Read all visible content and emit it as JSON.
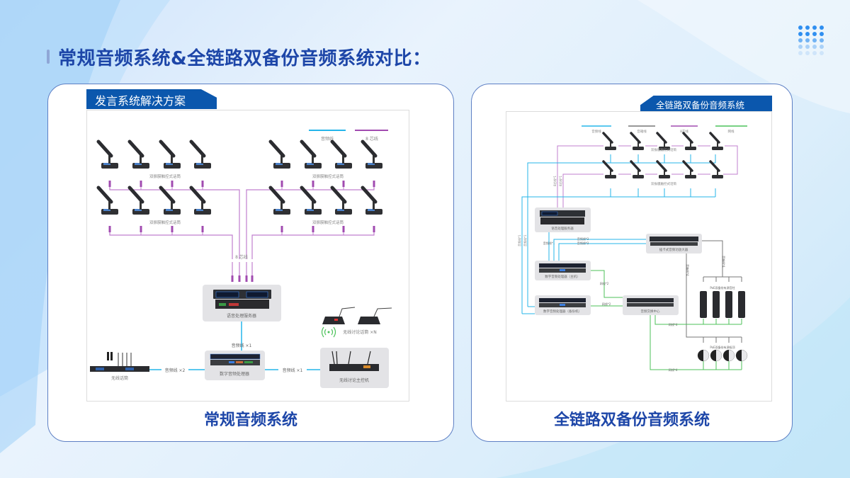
{
  "page": {
    "title": "常规音频系统&全链路双备份音频系统对比："
  },
  "colors": {
    "title": "#1d46a8",
    "tag_bg": "#0b57ad",
    "audio_line": "#25b5ea",
    "core8_line": "#a14bb0",
    "power_line": "#777777",
    "network_line": "#4cc25a",
    "device_box": "#e3e3e6"
  },
  "left_panel": {
    "tag": "发言系统解决方案",
    "caption": "常规音频系统",
    "legend": [
      {
        "label": "音频线",
        "type": "audio"
      },
      {
        "label": "8 芯线",
        "type": "core8"
      }
    ],
    "mic_group_label": "双振膜触控式话筒",
    "core8_label": "8 芯线",
    "devices": {
      "voice_server": "语音处理服务器",
      "dsp": "数字音频处理器",
      "wireless_mic": "无线话筒",
      "wireless_host": "无线讨论主控机",
      "wireless_discussion": "无线讨论话筒 ×N"
    },
    "links": {
      "server_to_dsp": "音频线 ×1",
      "mic_to_dsp": "音频线 ×2",
      "dsp_to_host": "音频线 ×1"
    }
  },
  "right_panel": {
    "tag": "全链路双备份音频系统",
    "caption": "全链路双备份音频系统",
    "legend": [
      {
        "label": "音频线",
        "type": "audio"
      },
      {
        "label": "音箱线",
        "type": "power"
      },
      {
        "label": "8芯线",
        "type": "core8"
      },
      {
        "label": "网线",
        "type": "network"
      }
    ],
    "mic_group_label": "双振膜触控式话筒",
    "devices": {
      "voice_server": "语音处理服务器",
      "dsp_main": "数字音频处理器（主机）",
      "dsp_backup": "数字音频处理器（备份机）",
      "amplifier": "插卡式音频功放大器",
      "switch": "音频交换中心",
      "column_speakers": "PoE双备份有源音柱",
      "ceiling_speakers": "PoE双备份有源吸顶"
    },
    "links": {
      "audio_x1": "音频线*1",
      "audio_x2a": "音频线*2",
      "audio_x2b": "音频线*2",
      "net_x2a": "网线*2",
      "net_x2b": "网线*2",
      "net_x4a": "网线*4",
      "net_x4b": "网线*4",
      "spk_a": "音箱线*4",
      "spk_b": "音箱线*4",
      "core8_a": "8芯线*1",
      "core8_b": "8芯线*1",
      "audio_side_a": "音频线*1",
      "audio_side_b": "音频线*1"
    }
  }
}
